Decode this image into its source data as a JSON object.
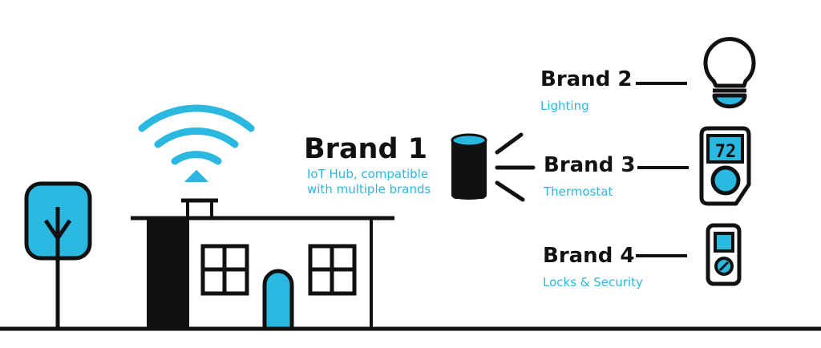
{
  "colors": {
    "accent": "#2bb8e0",
    "ink": "#111111",
    "background": "#ffffff"
  },
  "hub": {
    "name": "Brand 1",
    "description_lines": [
      "IoT Hub, compatible",
      "with multiple brands"
    ],
    "icon": "smart-speaker-icon"
  },
  "devices": [
    {
      "name": "Brand 2",
      "category": "Lighting",
      "icon": "light-bulb-icon"
    },
    {
      "name": "Brand 3",
      "category": "Thermostat",
      "icon": "thermostat-icon",
      "display": "72"
    },
    {
      "name": "Brand 4",
      "category": "Locks & Security",
      "icon": "smart-lock-icon"
    }
  ],
  "scene_icons": [
    "tree-icon",
    "house-icon",
    "wifi-icon",
    "door-icon",
    "window-icon"
  ]
}
